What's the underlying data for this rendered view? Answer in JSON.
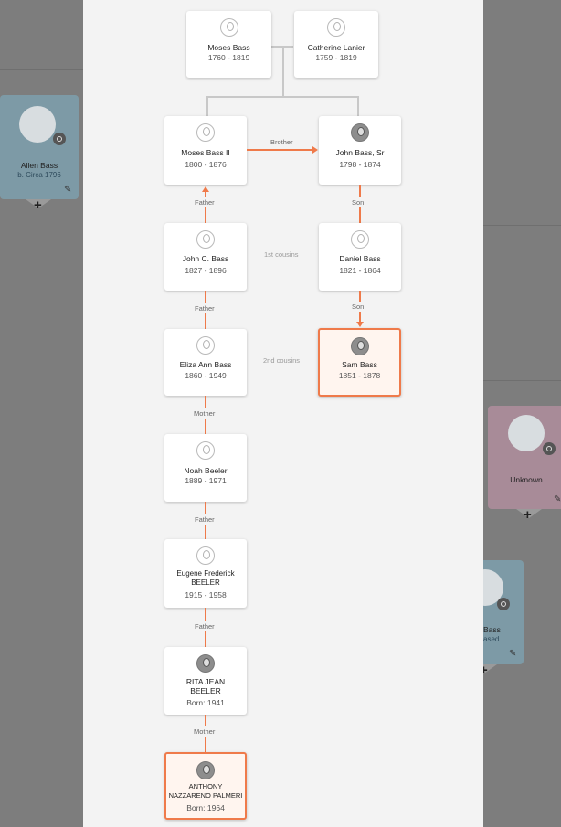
{
  "background_cards": [
    {
      "name": "Allen Bass",
      "sub": "b. Circa 1796",
      "color": "#7d9aa6"
    },
    {
      "name": "Unknown",
      "sub": "",
      "color": "#a88b98"
    },
    {
      "name": "Bass",
      "sub": "ased",
      "color": "#7d9aa6"
    }
  ],
  "people": {
    "moses_bass": {
      "name": "Moses Bass",
      "dates": "1760 - 1819"
    },
    "catherine_lanier": {
      "name": "Catherine Lanier",
      "dates": "1759 - 1819"
    },
    "moses_bass_ii": {
      "name": "Moses Bass II",
      "dates": "1800 - 1876"
    },
    "john_bass_sr": {
      "name": "John Bass, Sr",
      "dates": "1798 - 1874"
    },
    "john_c_bass": {
      "name": "John C. Bass",
      "dates": "1827 - 1896"
    },
    "daniel_bass": {
      "name": "Daniel Bass",
      "dates": "1821 - 1864"
    },
    "eliza_ann_bass": {
      "name": "Eliza Ann Bass",
      "dates": "1860 - 1949"
    },
    "sam_bass": {
      "name": "Sam Bass",
      "dates": "1851 - 1878"
    },
    "noah_beeler": {
      "name": "Noah Beeler",
      "dates": "1889 - 1971"
    },
    "eugene_beeler": {
      "name": "Eugene Frederick BEELER",
      "dates": "1915 - 1958"
    },
    "rita_beeler": {
      "name": "RITA JEAN BEELER",
      "dates": "Born: 1941"
    },
    "anthony_palmeri": {
      "name": "ANTHONY NAZZARENO PALMERI",
      "dates": "Born: 1964"
    }
  },
  "relations": {
    "brother": "Brother",
    "father_1": "Father",
    "son_1": "Son",
    "father_2": "Father",
    "son_2": "Son",
    "mother_1": "Mother",
    "father_3": "Father",
    "father_4": "Father",
    "mother_2": "Mother",
    "cousins_1": "1st cousins",
    "cousins_2": "2nd cousins"
  },
  "colors": {
    "accent": "#ef7a4a",
    "panel": "#f3f3f3",
    "backdrop": "#7d7d7d"
  }
}
